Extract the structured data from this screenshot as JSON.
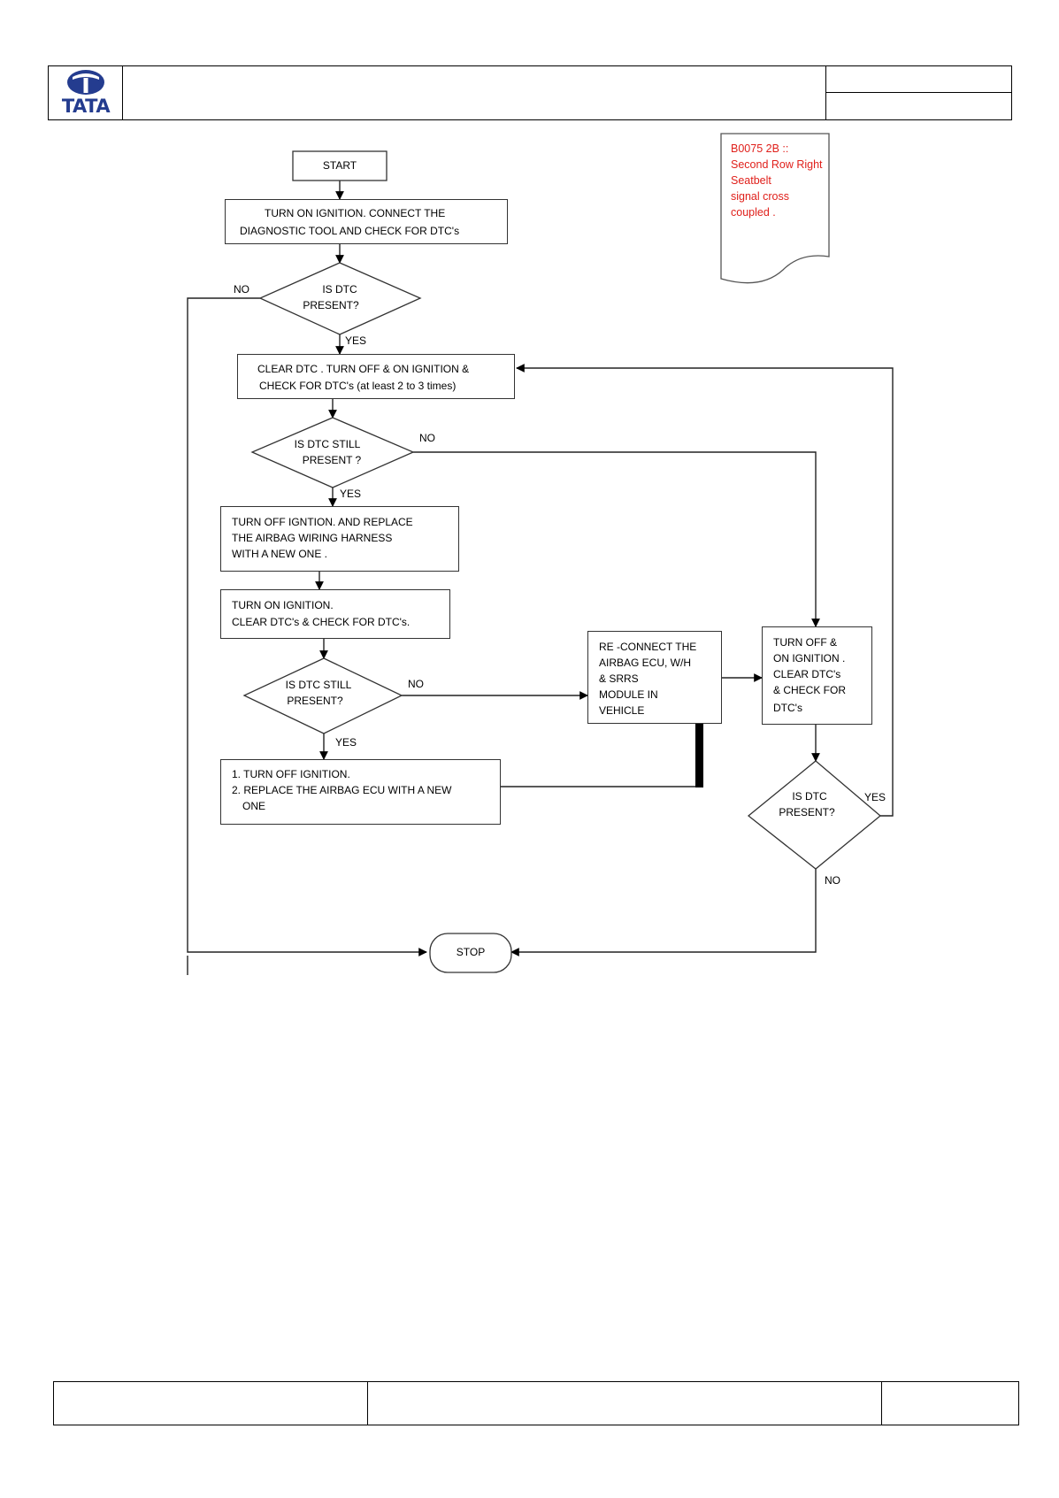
{
  "header": {
    "logo_text": "TATA",
    "logo_color": "#243c8f"
  },
  "note": {
    "lines": [
      "B0075 2B ::",
      "Second Row Right",
      "Seatbelt",
      "signal cross",
      "coupled ."
    ],
    "color": "#e0201b"
  },
  "start": "START",
  "step1": {
    "lines": [
      "TURN ON IGNITION.     CONNECT THE",
      "DIAGNOSTIC TOOL AND CHECK FOR DTC's"
    ]
  },
  "decision1": {
    "lines": [
      "IS DTC",
      "PRESENT?"
    ],
    "no": "NO",
    "yes": "YES"
  },
  "step2": {
    "lines": [
      "CLEAR DTC     . TURN OFF & ON IGNITION &",
      "CHECK FOR DTC's        (at least   2 to 3 times)"
    ]
  },
  "decision2": {
    "lines": [
      "IS DTC    STILL",
      "PRESENT    ?"
    ],
    "no": "NO",
    "yes": "YES"
  },
  "step3": {
    "lines": [
      "TURN OFF IGNTION. AND         REPLACE",
      "THE   AIRBAG   WIRING HARNESS",
      "WITH A NEW ONE     ."
    ]
  },
  "step4": {
    "lines": [
      "TURN ON IGNITION.",
      "CLEAR DTC's       & CHECK FOR DTC's."
    ]
  },
  "decision3": {
    "lines": [
      "IS DTC    STILL",
      "PRESENT?"
    ],
    "no": "NO",
    "yes": "YES"
  },
  "step5": {
    "lines": [
      "1. TURN OFF IGNITION.",
      "2. REPLACE THE AIRBAG ECU WITH            A NEW",
      "ONE"
    ]
  },
  "reconnect": {
    "lines": [
      "RE -CONNECT THE",
      "AIRBAG   ECU,  W/H",
      "& SRRS",
      "MODULE    IN",
      "VEHICLE"
    ]
  },
  "turnoff": {
    "lines": [
      "TURN OFF &",
      "ON IGNITION   .",
      "CLEAR DTC's",
      "& CHECK FOR",
      "DTC's"
    ]
  },
  "decision4": {
    "lines": [
      "IS DTC",
      "PRESENT?"
    ],
    "yes": "YES",
    "no": "NO"
  },
  "stop": "STOP"
}
